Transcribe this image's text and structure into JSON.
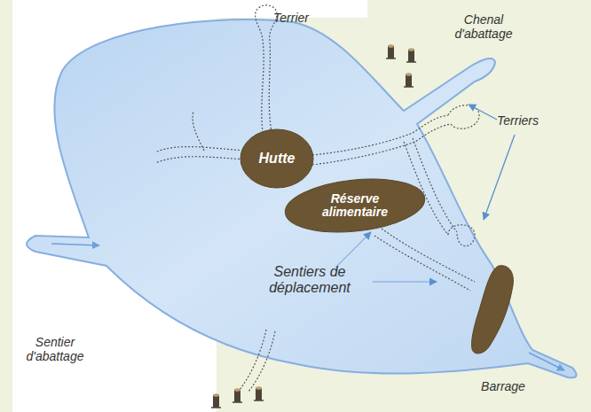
{
  "diagram": {
    "nodes": [
      {
        "text": [
          "Hutte"
        ]
      },
      {
        "text": [
          "Réserve alimentaire"
        ]
      },
      {
        "text": [
          "Barrage"
        ]
      }
    ],
    "labels": [
      "Terrier",
      "Chenal d'abattage",
      "Terriers",
      "Sentiers de déplacement",
      "Sentier d'abattage"
    ]
  }
}
